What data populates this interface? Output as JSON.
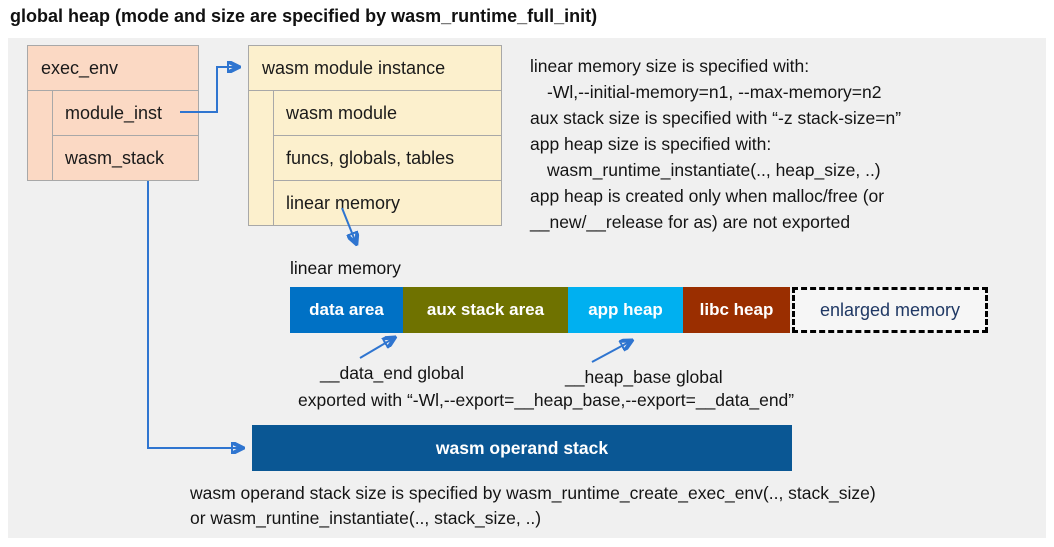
{
  "title": "global heap (mode and size are specified by wasm_runtime_full_init)",
  "exec_env_box": {
    "header": "exec_env",
    "rows": [
      "module_inst",
      "wasm_stack"
    ]
  },
  "module_instance_box": {
    "header": "wasm module instance",
    "rows": [
      "wasm module",
      "funcs, globals, tables",
      "linear memory"
    ]
  },
  "notes": {
    "lines": [
      "linear memory size is specified with:",
      "-Wl,--initial-memory=n1, --max-memory=n2",
      "aux stack size is specified with “-z stack-size=n”",
      "app heap size is specified with:",
      "wasm_runtime_instantiate(.., heap_size, ..)",
      "app heap is created only when malloc/free (or",
      "__new/__release for as) are not exported"
    ]
  },
  "linear_memory": {
    "label": "linear memory",
    "segments": [
      {
        "label": "data area",
        "color": "#0071c5"
      },
      {
        "label": "aux stack area",
        "color": "#6f7200"
      },
      {
        "label": "app heap",
        "color": "#00b0f0"
      },
      {
        "label": "libc heap",
        "color": "#9a2e00"
      }
    ],
    "enlarged_label": "enlarged memory"
  },
  "annotations": {
    "data_end": "__data_end global",
    "heap_base": "__heap_base global",
    "exported": "exported with “-Wl,--export=__heap_base,--export=__data_end”"
  },
  "operand_stack": {
    "label": "wasm operand stack",
    "notes": [
      "wasm operand stack size is specified by wasm_runtime_create_exec_env(.., stack_size)",
      "or wasm_runtine_instantiate(.., stack_size, ..)"
    ]
  },
  "colors": {
    "panel_bg": "#f0f0f0",
    "exec_env_fill": "#fbd9c4",
    "module_instance_fill": "#fcf0cd",
    "box_border": "#a8a8a8",
    "arrow": "#2f75d0",
    "operand_stack_fill": "#0a5794",
    "enlarged_memory_text": "#1f3864",
    "text": "#141414"
  }
}
